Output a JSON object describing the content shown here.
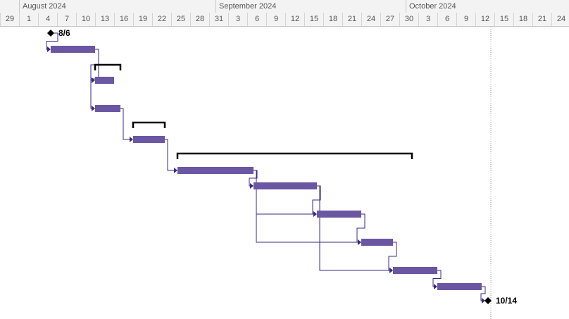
{
  "timescale": {
    "months": [
      {
        "label": "August 2024",
        "start_day": "2024-08-01"
      },
      {
        "label": "September 2024",
        "start_day": "2024-09-01"
      },
      {
        "label": "October 2024",
        "start_day": "2024-10-01"
      }
    ],
    "days": [
      "29",
      "1",
      "4",
      "7",
      "10",
      "13",
      "16",
      "19",
      "22",
      "25",
      "28",
      "31",
      "3",
      "6",
      "9",
      "12",
      "15",
      "18",
      "21",
      "24",
      "27",
      "30",
      "3",
      "6",
      "9",
      "12",
      "15",
      "18",
      "21",
      "24"
    ]
  },
  "colors": {
    "bar": "#6b56a3",
    "link": "#3a2a80",
    "summary": "#000000",
    "status_line": "#9a9a9a"
  },
  "chart_data": {
    "type": "gantt",
    "rows": [
      {
        "kind": "milestone",
        "date": "2024-08-06",
        "label": "8/6"
      },
      {
        "kind": "task",
        "start": "2024-08-06",
        "finish": "2024-08-12"
      },
      {
        "kind": "summary",
        "start": "2024-08-13",
        "finish": "2024-08-16"
      },
      {
        "kind": "task",
        "start": "2024-08-13",
        "finish": "2024-08-15"
      },
      {
        "kind": "task",
        "start": "2024-08-13",
        "finish": "2024-08-16"
      },
      {
        "kind": "summary",
        "start": "2024-08-19",
        "finish": "2024-08-23"
      },
      {
        "kind": "task",
        "start": "2024-08-19",
        "finish": "2024-08-23"
      },
      {
        "kind": "summary",
        "start": "2024-08-26",
        "finish": "2024-10-01"
      },
      {
        "kind": "task",
        "start": "2024-08-26",
        "finish": "2024-09-06"
      },
      {
        "kind": "task",
        "start": "2024-09-07",
        "finish": "2024-09-16"
      },
      {
        "kind": "task",
        "start": "2024-09-17",
        "finish": "2024-09-23"
      },
      {
        "kind": "task",
        "start": "2024-09-24",
        "finish": "2024-09-28"
      },
      {
        "kind": "task",
        "start": "2024-09-29",
        "finish": "2024-10-05"
      },
      {
        "kind": "task",
        "start": "2024-10-06",
        "finish": "2024-10-12"
      },
      {
        "kind": "milestone",
        "date": "2024-10-14",
        "label": "10/14"
      }
    ],
    "status_date": "2024-10-14"
  }
}
